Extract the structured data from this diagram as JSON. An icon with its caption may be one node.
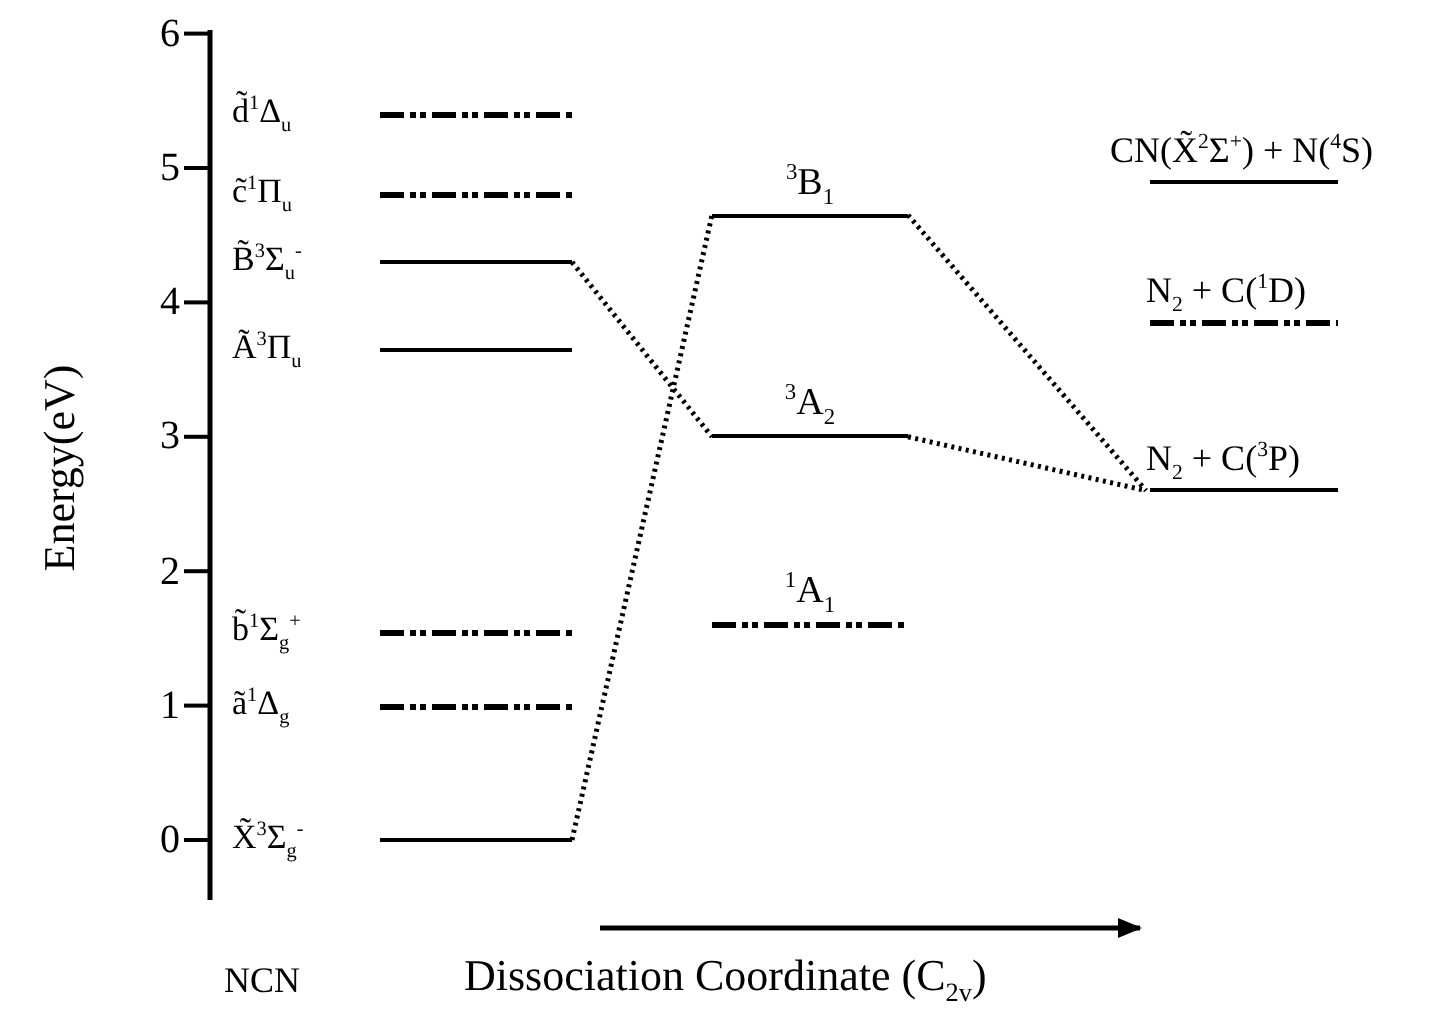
{
  "diagram": {
    "nodes": [
      {
        "text": [
          "d̃$^{1}$Δ$_{u}$"
        ]
      },
      {
        "text": [
          "c̃$^{1}$Π$_{u}$"
        ]
      },
      {
        "text": [
          "B̃$^{3}$Σ$_{u}$$^{-}$"
        ]
      },
      {
        "text": [
          "Ã$^{3}$Π$_{u}$"
        ]
      },
      {
        "text": [
          "b̃$^{1}$Σ$_{g}$$^{+}$"
        ]
      },
      {
        "text": [
          "ã$^{1}$Δ$_{g}$"
        ]
      },
      {
        "text": [
          "X̃$^{3}$Σ$_{g}$$^{-}$"
        ]
      },
      {
        "text": [
          "$^{3}$B$_{1}$"
        ]
      },
      {
        "text": [
          "$^{3}$A$_{2}$"
        ]
      },
      {
        "text": [
          "$^{1}$A$_{1}$"
        ]
      },
      {
        "text": [
          "CN(X̃$^{2}$Σ$^{+}$) + N($^{4}$S)"
        ]
      },
      {
        "text": [
          "N$_{2}$ + C($^{1}$D)"
        ]
      },
      {
        "text": [
          "N$_{2}$ + C($^{3}$P)"
        ]
      }
    ],
    "edges": [
      {
        "from": 6,
        "to": 7,
        "arrow": "none",
        "style": "dashed"
      },
      {
        "from": 2,
        "to": 8,
        "arrow": "none",
        "style": "dashed"
      },
      {
        "from": 7,
        "to": 12,
        "arrow": "none",
        "style": "dashed"
      },
      {
        "from": 8,
        "to": 12,
        "arrow": "none",
        "style": "dashed"
      }
    ],
    "labels": [
      "6",
      "5",
      "4",
      "3",
      "2",
      "1",
      "0",
      "Energy(eV)",
      "NCN",
      "Dissociation Coordinate (C$_{2v}$)"
    ]
  }
}
